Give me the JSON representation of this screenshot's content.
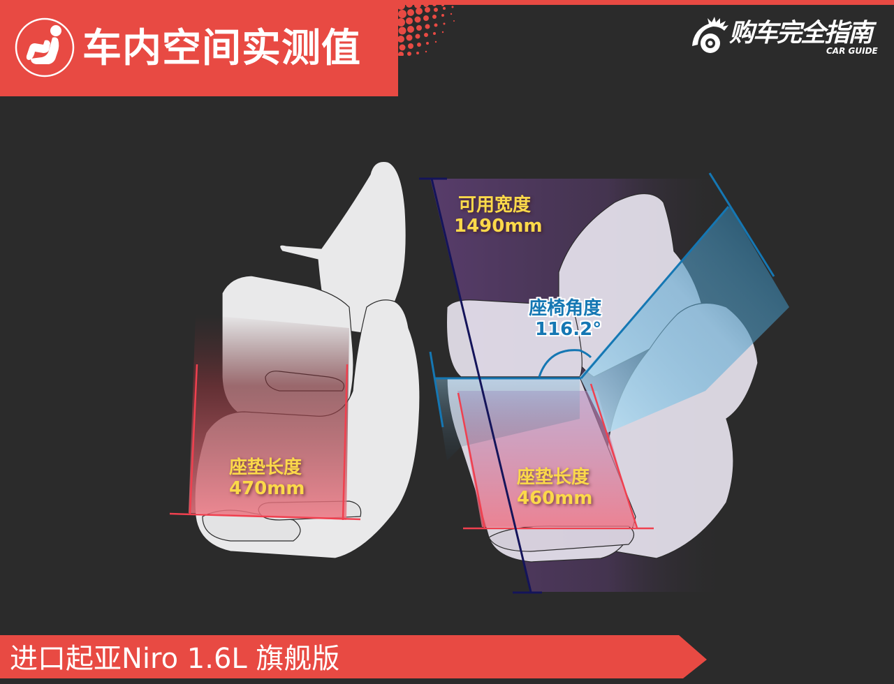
{
  "header": {
    "title": "车内空间实测值",
    "icon": "seat-icon",
    "accent_color": "#e84a43"
  },
  "brand": {
    "name_cn": "购车完全指南",
    "name_en": "CAR GUIDE",
    "icon": "eye-gear-logo-icon"
  },
  "measurements": {
    "front_seat_cushion": {
      "label": "座垫长度",
      "value": "470mm"
    },
    "usable_width": {
      "label": "可用宽度",
      "value": "1490mm"
    },
    "seat_angle": {
      "label": "座椅角度",
      "value": "116.2°"
    },
    "rear_seat_cushion": {
      "label": "座垫长度",
      "value": "460mm"
    }
  },
  "colors": {
    "background": "#2b2b2b",
    "label_yellow": "#fbd94a",
    "angle_blue": "#1577b3",
    "measure_red": "#f0404f",
    "width_line_navy": "#14145a"
  },
  "footer": {
    "vehicle": "进口起亚Niro 1.6L 旗舰版"
  }
}
